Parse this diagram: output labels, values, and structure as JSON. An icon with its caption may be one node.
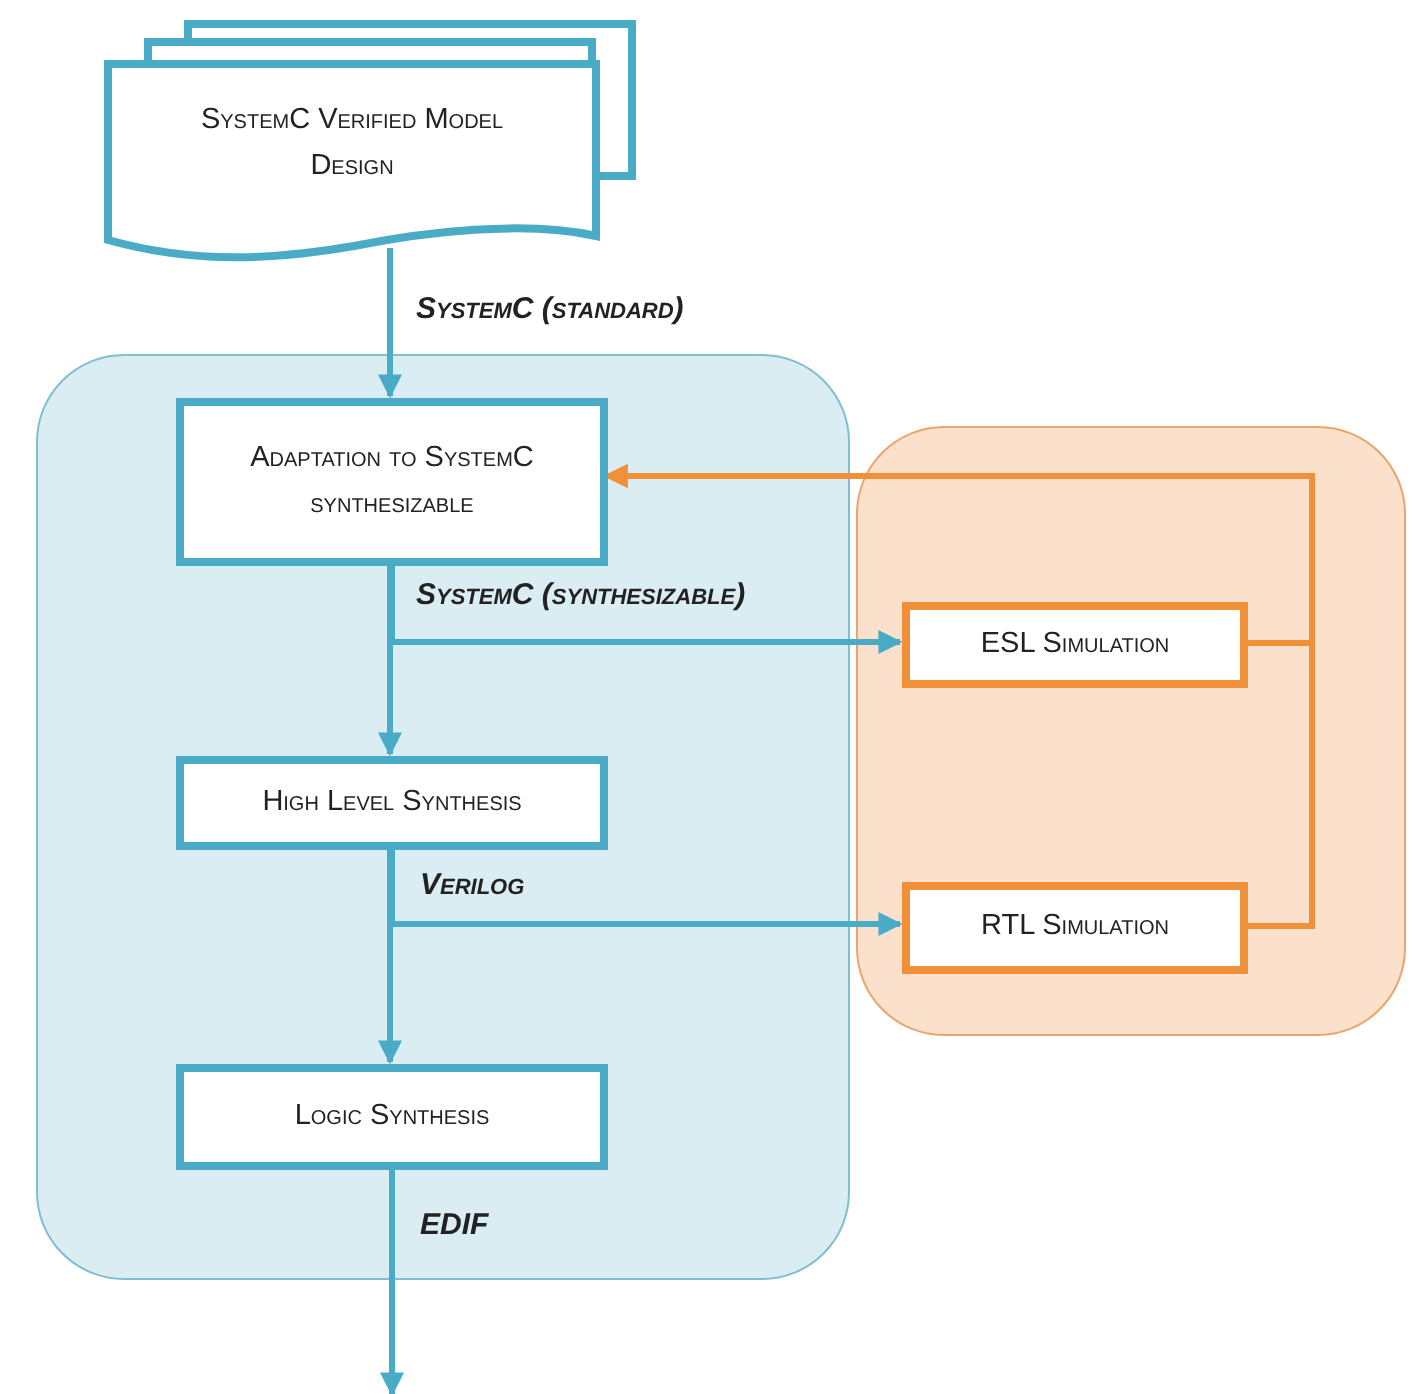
{
  "diagram": {
    "nodes": [
      {
        "text": [
          "SystemC Verified Model Design"
        ]
      },
      {
        "text": [],
        "shape": "box"
      },
      {
        "text": [
          "Adaptation to SystemC synthesizable"
        ],
        "in": 1
      },
      {
        "text": [
          "High Level Synthesis"
        ],
        "in": 1
      },
      {
        "text": [
          "Logic Synthesis"
        ],
        "in": 1
      },
      {
        "text": [],
        "shape": "box"
      },
      {
        "text": [
          "ESL Simulation"
        ],
        "in": 5
      },
      {
        "text": [
          "RTL Simulation"
        ],
        "in": 5
      }
    ],
    "edges": [
      {
        "from": 0,
        "to": 2,
        "arrow": "to",
        "label": "SystemC (standard)"
      },
      {
        "from": 2,
        "to": 3,
        "arrow": "to"
      },
      {
        "from": 2,
        "to": 6,
        "arrow": "to",
        "label": "SystemC (synthesizable)"
      },
      {
        "from": 3,
        "to": 4,
        "arrow": "to"
      },
      {
        "from": 3,
        "to": 7,
        "arrow": "to",
        "label": "Verilog"
      },
      {
        "from": 4,
        "to": null,
        "arrow": "to",
        "label": "EDIF"
      },
      {
        "from": 6,
        "to": 2,
        "arrow": "to",
        "color": "#f0913a"
      },
      {
        "from": 7,
        "to": 2,
        "arrow": "to",
        "color": "#f0913a"
      }
    ]
  }
}
